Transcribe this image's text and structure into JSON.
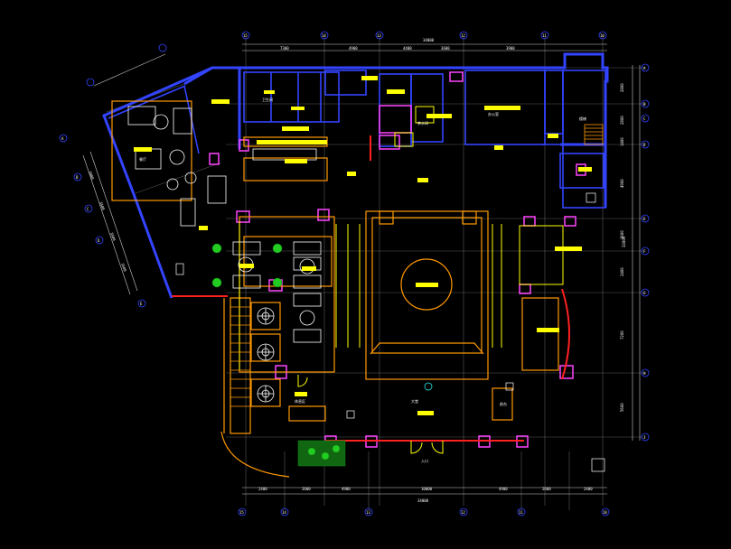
{
  "drawing": {
    "colors": {
      "background": "#000000",
      "wall_blue": "#3344ff",
      "grid": "#5a5a5a",
      "text_yellow": "#ffff00",
      "furniture_orange": "#ff9900",
      "magenta": "#ff44ff",
      "red": "#ff2020",
      "white": "#ffffff",
      "green": "#22cc22",
      "cyan": "#33ffff"
    },
    "dimensions_top": {
      "total": "34000",
      "segments": [
        "7300",
        "4900",
        "4400",
        "3600",
        "3900"
      ]
    },
    "dimensions_bottom": {
      "total": "34000",
      "segments": [
        "2400",
        "2600",
        "4900",
        "10000",
        "4900",
        "2600",
        "2400"
      ]
    },
    "dimensions_right": {
      "total": "33000",
      "segments": [
        "2800",
        "2800",
        "1400",
        "4900",
        "3600",
        "2400",
        "7200",
        "5600"
      ]
    },
    "dimensions_left_wing": {
      "segments": [
        "3900",
        "3500",
        "3500",
        "3500"
      ]
    },
    "grid_bubbles_top": [
      "15",
      "14",
      "13",
      "12",
      "11",
      "10"
    ],
    "grid_bubbles_bottom": [
      "15",
      "14",
      "13",
      "12",
      "11",
      "10"
    ],
    "grid_bubbles_right": [
      "A",
      "B",
      "C",
      "D",
      "E",
      "F",
      "G",
      "H",
      "J"
    ],
    "grid_bubbles_left": [
      "A",
      "B",
      "C",
      "D",
      "E"
    ],
    "text_tags": [
      "大堂",
      "前台",
      "休息区",
      "卫生间",
      "办公室",
      "茶水间",
      "楼梯",
      "入口",
      "餐厅"
    ]
  }
}
